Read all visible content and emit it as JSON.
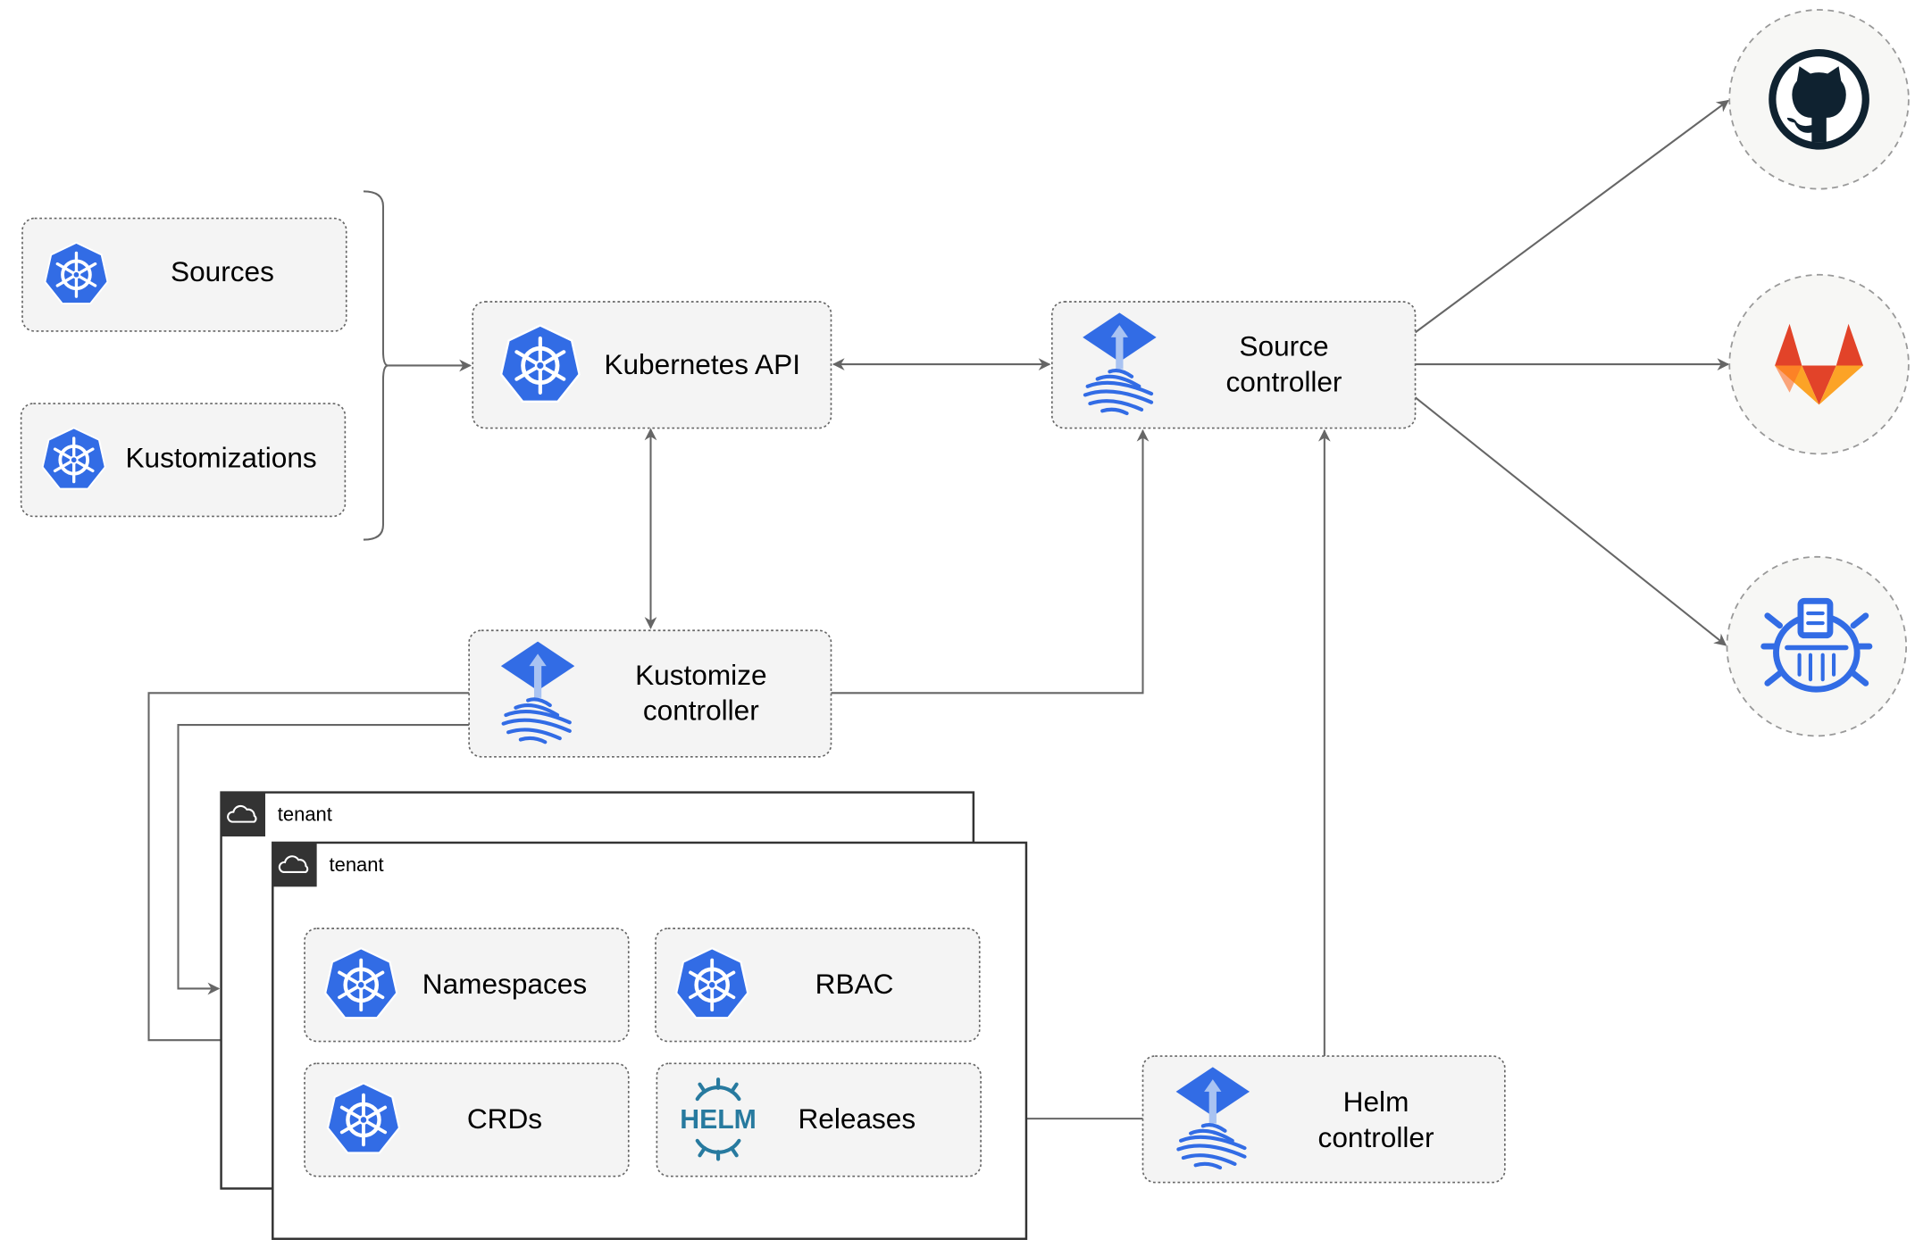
{
  "diagram": {
    "resources": {
      "sources": {
        "label": "Sources",
        "icon": "kubernetes-icon"
      },
      "kustomizations": {
        "label": "Kustomizations",
        "icon": "kubernetes-icon"
      }
    },
    "kubernetes_api": {
      "label": "Kubernetes API",
      "icon": "kubernetes-icon"
    },
    "source_controller": {
      "line1": "Source",
      "line2": "controller",
      "icon": "flux-icon"
    },
    "kustomize_controller": {
      "line1": "Kustomize",
      "line2": "controller",
      "icon": "flux-icon"
    },
    "helm_controller": {
      "line1": "Helm",
      "line2": "controller",
      "icon": "flux-icon"
    },
    "tenants": [
      {
        "label": "tenant",
        "icon": "cloud-icon"
      },
      {
        "label": "tenant",
        "icon": "cloud-icon"
      }
    ],
    "tenant_items": {
      "namespaces": {
        "label": "Namespaces",
        "icon": "kubernetes-icon"
      },
      "rbac": {
        "label": "RBAC",
        "icon": "kubernetes-icon"
      },
      "crds": {
        "label": "CRDs",
        "icon": "kubernetes-icon"
      },
      "releases": {
        "label": "Releases",
        "icon": "helm-icon",
        "logo_text": "HELM"
      }
    },
    "repositories": [
      {
        "icon": "github-icon"
      },
      {
        "icon": "gitlab-icon"
      },
      {
        "icon": "helm-repository-icon"
      }
    ],
    "colors": {
      "kubernetes_blue": "#326CE5",
      "flux_blue": "#326CE5",
      "helm_blue": "#277A9F",
      "github_dark": "#0F2230",
      "gitlab_orange": "#E24329",
      "gitlab_light": "#FCA326",
      "edge": "#666666",
      "node_fill": "#F4F4F4"
    }
  }
}
